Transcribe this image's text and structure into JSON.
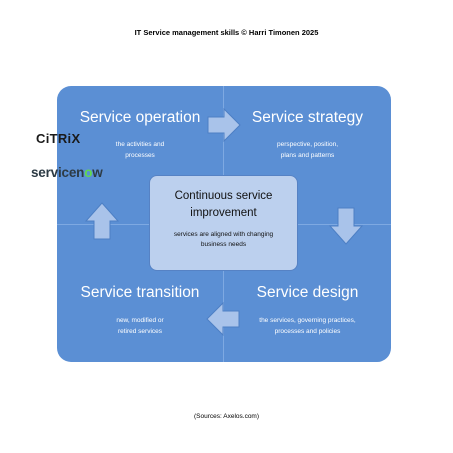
{
  "header": {
    "title": "IT Service management skills © Harri Timonen 2025"
  },
  "diagram": {
    "quadrants": [
      {
        "title": "Service operation",
        "description_lines": [
          "the activities and",
          "processes"
        ]
      },
      {
        "title": "Service strategy",
        "description_lines": [
          "perspective, position,",
          "plans and patterns"
        ]
      },
      {
        "title": "Service transition",
        "description_lines": [
          "new, modified or",
          "retired services"
        ]
      },
      {
        "title": "Service design",
        "description_lines": [
          "the services, governing practices,",
          "processes and policies"
        ]
      }
    ],
    "center": {
      "title_lines": [
        "Continuous service",
        "improvement"
      ],
      "description": "services are aligned with changing business needs"
    },
    "colors": {
      "cycle_fill": "#5b8fd4",
      "center_fill": "#bcd0ee",
      "arrow_fill": "#a9c3ea"
    }
  },
  "logos": {
    "citrix": "CiTRiX",
    "servicenow": "servicenow"
  },
  "footer": {
    "source": "(Sources: Axelos.com)"
  }
}
